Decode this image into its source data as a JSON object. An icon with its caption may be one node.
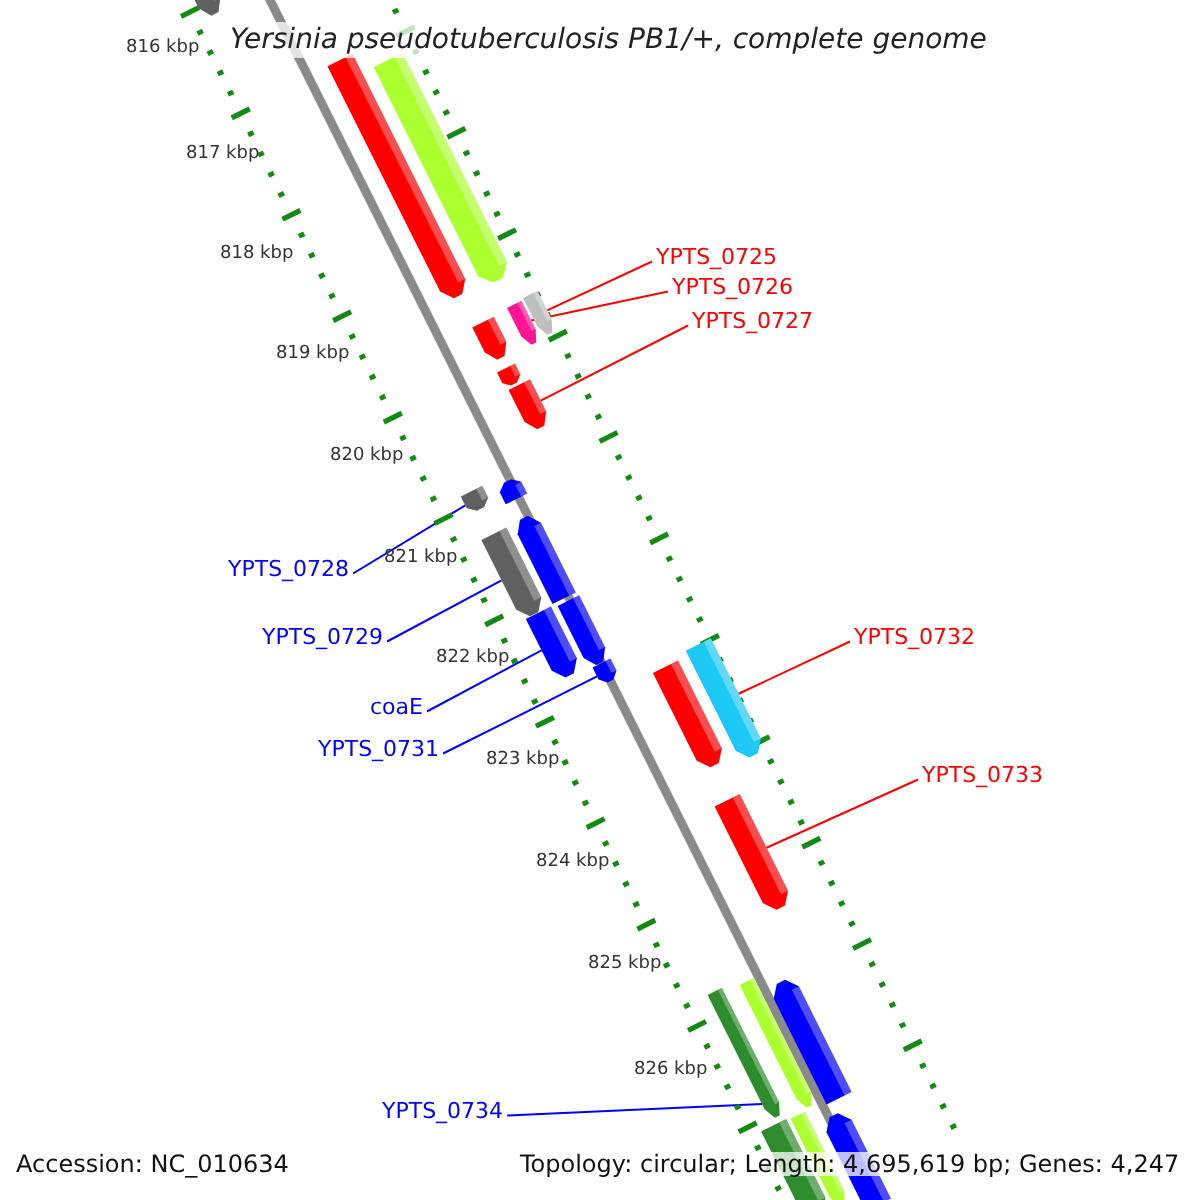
{
  "diagram": {
    "title": "Yersinia pseudotuberculosis PB1/+, complete genome",
    "nodes": [
      {
        "text": [
          "YPTS_0725"
        ]
      },
      {
        "text": [
          "YPTS_0726"
        ]
      },
      {
        "text": [
          "YPTS_0727"
        ]
      },
      {
        "text": [
          "YPTS_0728"
        ]
      },
      {
        "text": [
          "YPTS_0729"
        ]
      },
      {
        "text": [
          "coaE"
        ]
      },
      {
        "text": [
          "YPTS_0731"
        ]
      },
      {
        "text": [
          "YPTS_0732"
        ]
      },
      {
        "text": [
          "YPTS_0733"
        ]
      },
      {
        "text": [
          "YPTS_0734"
        ]
      },
      {
        "text": [],
        "shape": "bar"
      },
      {
        "text": [],
        "shape": "bar"
      },
      {
        "text": [],
        "shape": "bar"
      },
      {
        "text": [],
        "shape": "bar"
      },
      {
        "text": [],
        "shape": "bar"
      },
      {
        "text": [],
        "shape": "bar"
      },
      {
        "text": [],
        "shape": "bar"
      },
      {
        "text": [],
        "shape": "bar"
      },
      {
        "text": [],
        "shape": "bar"
      },
      {
        "text": [],
        "shape": "bar"
      },
      {
        "text": [],
        "shape": "bar"
      },
      {
        "text": [],
        "shape": "bar"
      },
      {
        "text": [],
        "shape": "bar"
      },
      {
        "text": [],
        "shape": "bar"
      },
      {
        "text": [],
        "shape": "bar"
      },
      {
        "text": [],
        "shape": "bar"
      },
      {
        "text": [],
        "shape": "bar"
      },
      {
        "text": [],
        "shape": "bar"
      },
      {
        "text": [],
        "shape": "bar"
      },
      {
        "text": [],
        "shape": "bar"
      },
      {
        "text": [],
        "shape": "bar"
      },
      {
        "text": [],
        "shape": "bar"
      },
      {
        "text": [],
        "shape": "bar"
      },
      {
        "text": [],
        "shape": "bar"
      }
    ],
    "edges": [
      {
        "from": 0,
        "to": 13,
        "arrow": "none",
        "color": "#ff0000"
      },
      {
        "from": 1,
        "to": 14,
        "arrow": "none",
        "color": "#ff0000"
      },
      {
        "from": 2,
        "to": 17,
        "arrow": "none",
        "color": "#ff0000"
      },
      {
        "from": 3,
        "to": 19,
        "arrow": "none",
        "color": "#0000ff"
      },
      {
        "from": 4,
        "to": 21,
        "arrow": "none",
        "color": "#0000ff"
      },
      {
        "from": 5,
        "to": 23,
        "arrow": "none",
        "color": "#0000ff"
      },
      {
        "from": 6,
        "to": 24,
        "arrow": "none",
        "color": "#0000ff"
      },
      {
        "from": 7,
        "to": 25,
        "arrow": "none",
        "color": "#ff0000"
      },
      {
        "from": 8,
        "to": 27,
        "arrow": "none",
        "color": "#ff0000"
      },
      {
        "from": 9,
        "to": 30,
        "arrow": "none",
        "color": "#0000ff"
      }
    ],
    "labels": [
      "816 kbp",
      "817 kbp",
      "818 kbp",
      "819 kbp",
      "820 kbp",
      "821 kbp",
      "822 kbp",
      "823 kbp",
      "824 kbp",
      "825 kbp",
      "826 kbp",
      "Accession: NC_010634",
      "Topology: circular; Length: 4,695,619 bp; Genes: 4,247"
    ]
  }
}
